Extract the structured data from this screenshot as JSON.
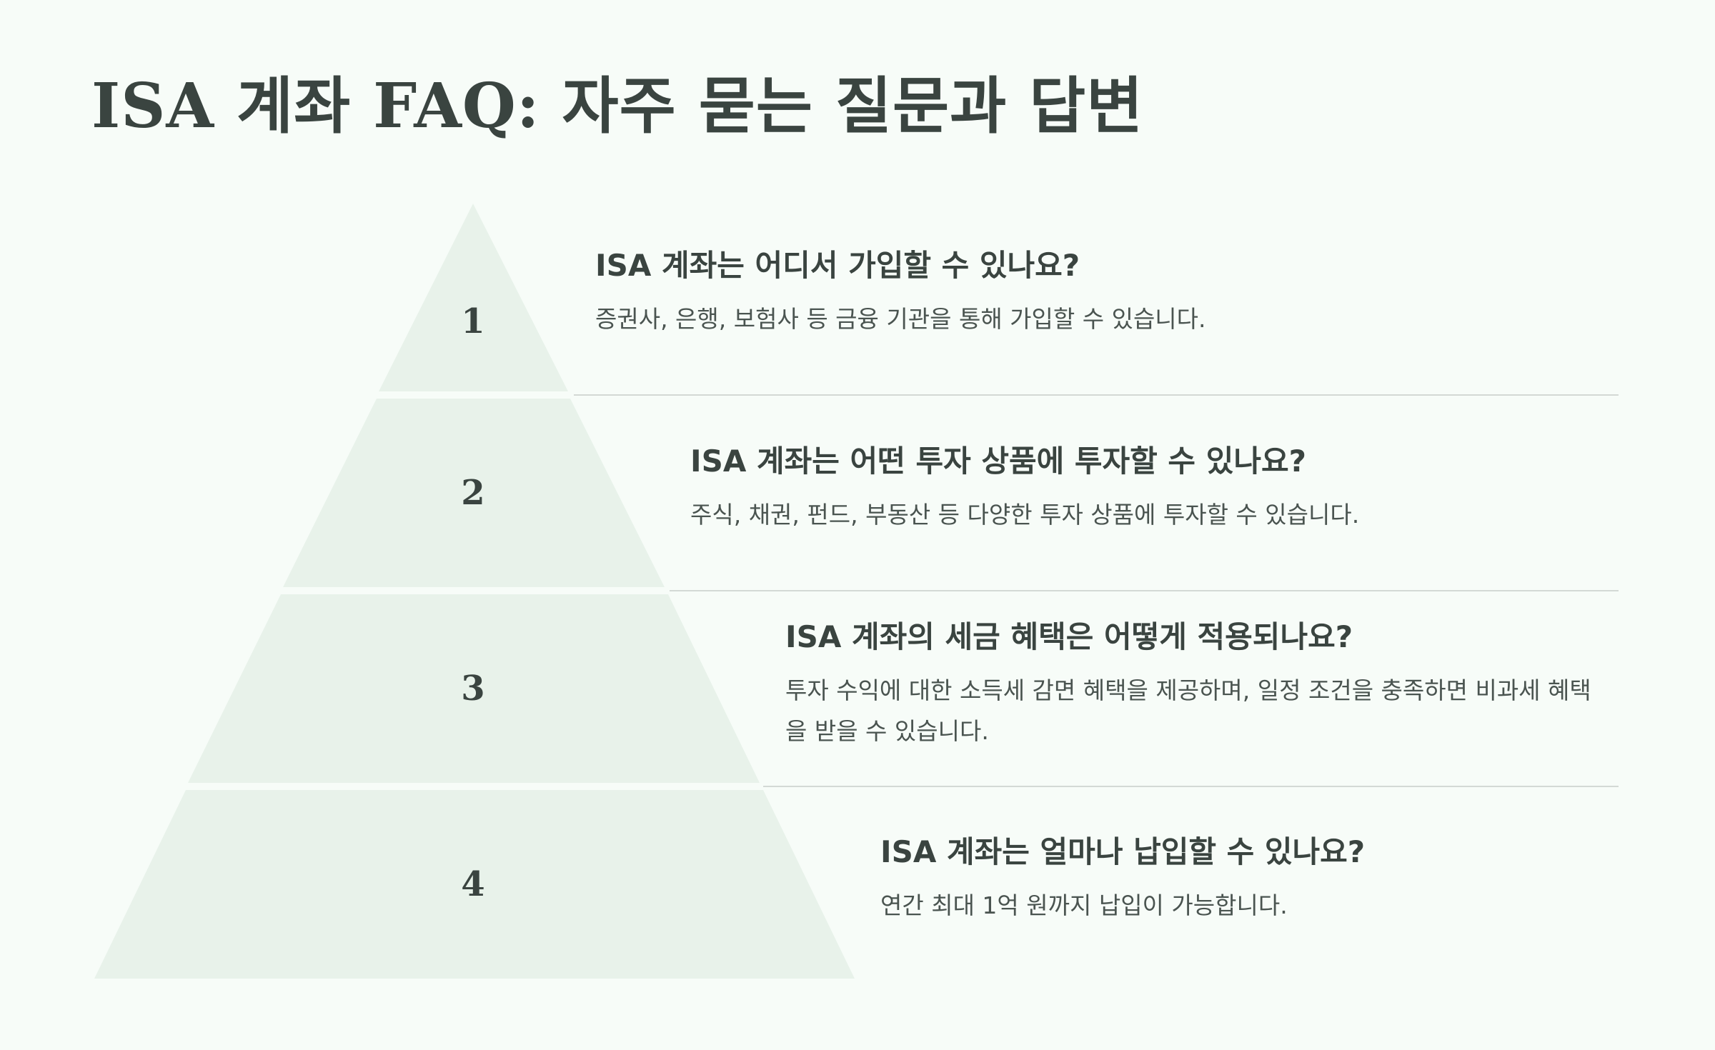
{
  "title": "ISA 계좌 FAQ: 자주 묻는 질문과 답변",
  "colors": {
    "background": "#f7fcf8",
    "tier_fill": "#e8f2ea",
    "text": "#3a4440",
    "divider": "#d3d9d5"
  },
  "faqs": [
    {
      "number": "1",
      "question": "ISA 계좌는 어디서 가입할 수 있나요?",
      "answer": "증권사, 은행, 보험사 등 금융 기관을 통해 가입할 수 있습니다."
    },
    {
      "number": "2",
      "question": "ISA 계좌는 어떤 투자 상품에 투자할 수 있나요?",
      "answer": "주식, 채권, 펀드, 부동산 등 다양한 투자 상품에 투자할 수 있습니다."
    },
    {
      "number": "3",
      "question": "ISA 계좌의 세금 혜택은 어떻게 적용되나요?",
      "answer": "투자 수익에 대한 소득세 감면 혜택을 제공하며, 일정 조건을 충족하면 비과세 혜택을 받을 수 있습니다."
    },
    {
      "number": "4",
      "question": "ISA 계좌는 얼마나 납입할 수 있나요?",
      "answer": "연간 최대 1억 원까지 납입이 가능합니다."
    }
  ]
}
